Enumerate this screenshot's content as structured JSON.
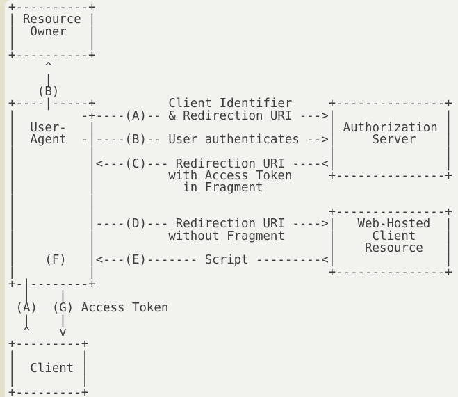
{
  "page": {
    "colors": {
      "page_bg": "#e6e2cb",
      "panel_bg": "#f2f2ef",
      "text": "#3e3e3e"
    }
  },
  "diagram": {
    "lines": [
      "+----------+",
      "| Resource |",
      "|  Owner   |",
      "|          |",
      "+----------+",
      "     ^",
      "     |",
      "    (B)",
      "+----|-----+          Client Identifier     +---------------+",
      "|         -+----(A)-- & Redirection URI --->|               |",
      "|  User-   |                                | Authorization |",
      "|  Agent  -|----(B)-- User authenticates -->|     Server    |",
      "|          |                                |               |",
      "|          |<---(C)--- Redirection URI ----<|               |",
      "|          |          with Access Token     +---------------+",
      "|          |            in Fragment",
      "|          |",
      "|          |                                +---------------+",
      "|          |----(D)--- Redirection URI ---->|   Web-Hosted  |",
      "|          |          without Fragment      |     Client    |",
      "|          |                                |    Resource   |",
      "|    (F)   |<---(E)------- Script ---------<|               |",
      "|          |                                +---------------+",
      "+-|--------+",
      "  |    |",
      " (A)  (G) Access Token",
      "  |    |",
      "  ^    v",
      "+---------+",
      "|         |",
      "|  Client |",
      "|         |",
      "+---------+"
    ],
    "boxes": [
      {
        "label": "Resource Owner"
      },
      {
        "label": "User-Agent"
      },
      {
        "label": "Authorization Server"
      },
      {
        "label": "Web-Hosted Client Resource"
      },
      {
        "label": "Client"
      }
    ],
    "steps": [
      {
        "id": "(A)",
        "label": "Client Identifier & Redirection URI"
      },
      {
        "id": "(B)",
        "label": "User authenticates"
      },
      {
        "id": "(C)",
        "label": "Redirection URI with Access Token in Fragment"
      },
      {
        "id": "(D)",
        "label": "Redirection URI without Fragment"
      },
      {
        "id": "(E)",
        "label": "Script"
      },
      {
        "id": "(F)",
        "label": ""
      },
      {
        "id": "(G)",
        "label": "Access Token"
      }
    ]
  }
}
